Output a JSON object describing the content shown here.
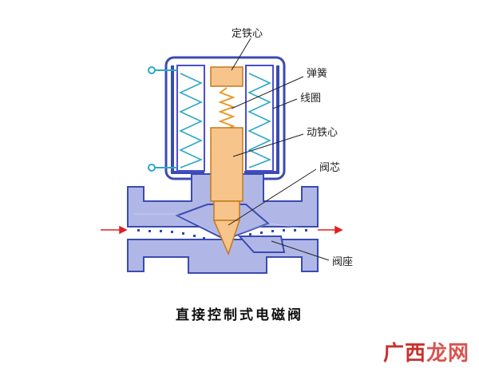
{
  "labels": {
    "fixed_core": "定铁心",
    "spring": "弹簧",
    "coil": "线圈",
    "moving_core": "动铁心",
    "valve_core": "阀芯",
    "valve_seat": "阀座"
  },
  "caption": "直接控制式电磁阀",
  "watermark": {
    "part1": "广西",
    "part2": "龙网"
  },
  "colors": {
    "body": "#b0b7e6",
    "body_outline": "#3b4bb0",
    "coil_wire": "#4a4fd0",
    "spring_coil": "#2ca8c8",
    "core": "#f7c48b",
    "core_outline": "#c47a1a",
    "flow_arrow": "#e02020",
    "dots": "#2c44c8"
  }
}
